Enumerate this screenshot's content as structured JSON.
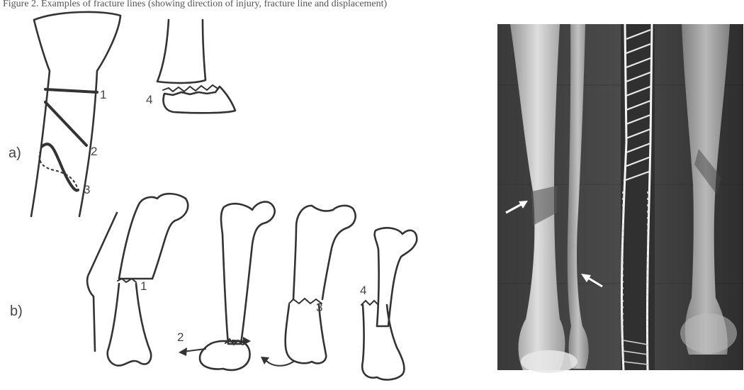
{
  "caption_fragment": "Figure 2. Examples of fracture lines (showing direction of injury, fracture line and displacement)",
  "panel_a": {
    "label": "a)",
    "markers": [
      "1",
      "2",
      "3",
      "4"
    ]
  },
  "panel_b": {
    "label": "b)",
    "markers": [
      "1",
      "2",
      "3",
      "4"
    ]
  },
  "xray": {
    "arrows": 2
  },
  "colors": {
    "ink": "#333333",
    "xray_dark": "#2b2b2b",
    "xray_bone": "#cfcfcf"
  }
}
